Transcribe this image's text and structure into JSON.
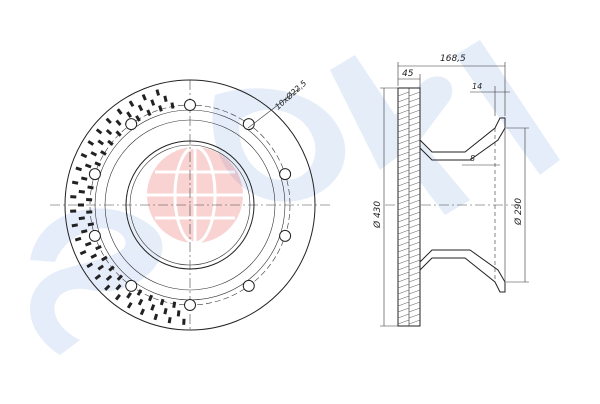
{
  "drawing": {
    "dim_bolt_holes": "10xØ22,5",
    "dim_total_height": "168,5",
    "dim_hat_height": "45",
    "dim_flange": "14",
    "dim_wall": "8",
    "dim_outer_diameter": "Ø 430",
    "dim_hub_diameter": "Ø 290"
  },
  "watermark": {
    "text": "SORL",
    "color": "#2f6fd6"
  },
  "logo": {
    "color": "#e53935"
  }
}
